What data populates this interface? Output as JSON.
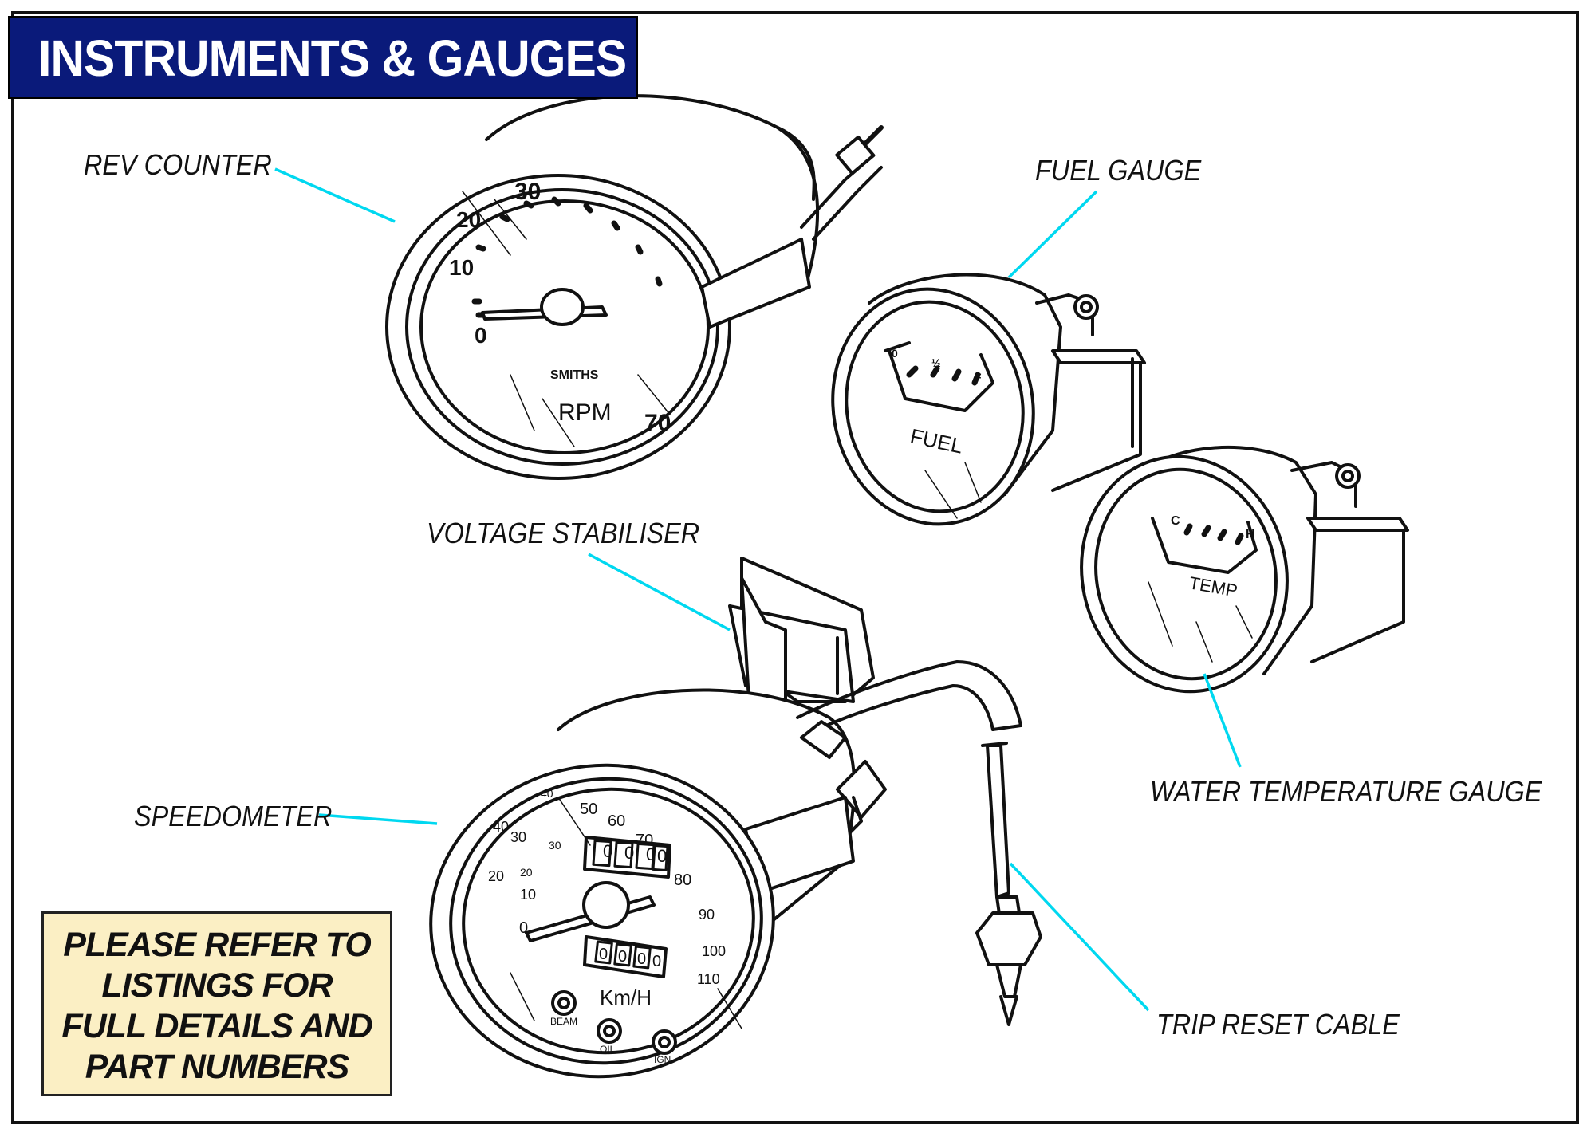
{
  "header": {
    "title": "INSTRUMENTS & GAUGES"
  },
  "labels": {
    "rev_counter": "REV COUNTER",
    "fuel_gauge": "FUEL GAUGE",
    "voltage_stabiliser": "VOLTAGE STABILISER",
    "water_temperature_gauge": "WATER TEMPERATURE GAUGE",
    "speedometer": "SPEEDOMETER",
    "trip_reset_cable": "TRIP RESET CABLE"
  },
  "note": {
    "line1": "PLEASE REFER TO",
    "line2": "LISTINGS FOR",
    "line3": "FULL DETAILS AND",
    "line4": "PART NUMBERS"
  },
  "dials": {
    "rev_counter": {
      "ticks": [
        "0",
        "10",
        "20",
        "30",
        "70"
      ],
      "brand": "SMITHS",
      "unit": "RPM"
    },
    "fuel": {
      "ticks": [
        "0",
        "½",
        "F"
      ],
      "legend": "FUEL"
    },
    "temp": {
      "ticks": [
        "C",
        "H"
      ],
      "legend": "TEMP"
    },
    "speedometer": {
      "mph": [
        "0",
        "10",
        "20",
        "30",
        "40",
        "50",
        "60",
        "70",
        "80",
        "90",
        "100",
        "110"
      ],
      "kmh": [
        "20",
        "30",
        "40"
      ],
      "unit": "Km/H",
      "odometer": [
        "0",
        "0",
        "0",
        "0"
      ],
      "trip": [
        "0",
        "0",
        "0",
        "0"
      ],
      "lamps": [
        "BEAM",
        "OIL",
        "IGN"
      ]
    }
  },
  "colors": {
    "leader": "#00d8f0",
    "title_bg": "#0a1a7a",
    "note_bg": "#fbefc4"
  }
}
